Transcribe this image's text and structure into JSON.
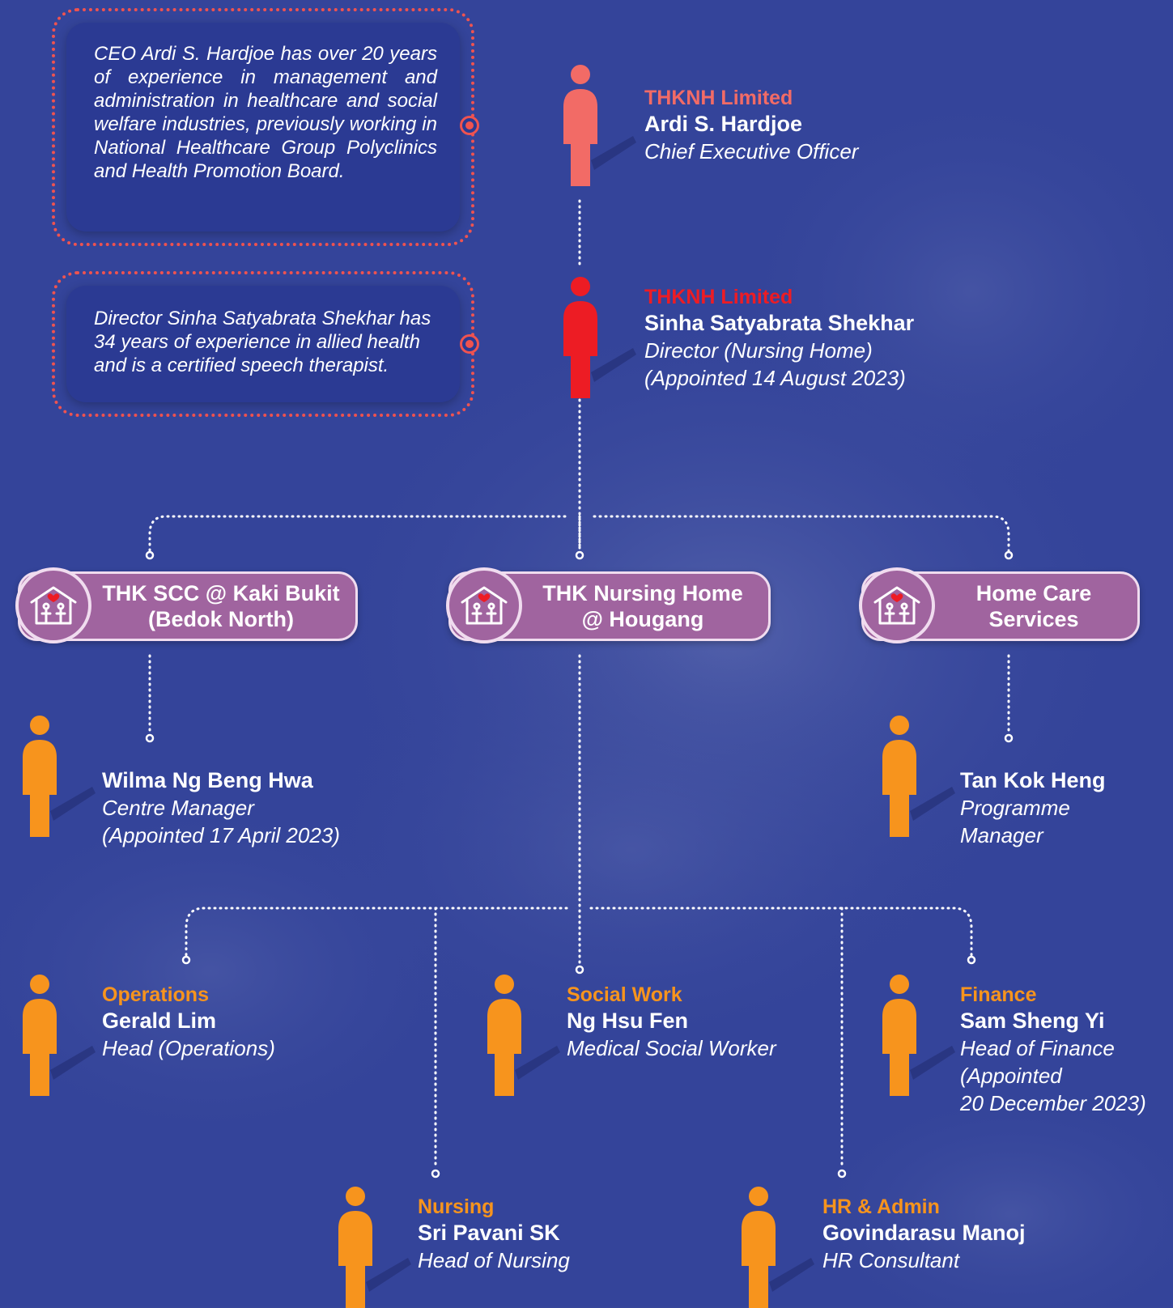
{
  "notes": {
    "ceo_text": "CEO Ardi S. Hardjoe has over 20 years of experience in management and administration in healthcare and social welfare industries, previously working in National Healthcare Group Polyclinics and Health Promotion Board.",
    "director_text": "Director Sinha Satyabrata Shekhar has 34 years of experience in allied health and is a certified speech therapist."
  },
  "ceo": {
    "org": "THKNH Limited",
    "name": "Ardi S. Hardjoe",
    "role": "Chief Executive Officer"
  },
  "director": {
    "org": "THKNH Limited",
    "name": "Sinha Satyabrata Shekhar",
    "role": "Director (Nursing Home)",
    "appointed": "(Appointed 14 August 2023)"
  },
  "units": [
    {
      "line1": "THK SCC @ Kaki Bukit",
      "line2": "(Bedok North)"
    },
    {
      "line1": "THK Nursing Home",
      "line2": "@ Hougang"
    },
    {
      "line1": "Home Care",
      "line2": "Services"
    }
  ],
  "scc_manager": {
    "name": "Wilma Ng Beng Hwa",
    "role": "Centre Manager",
    "appointed": "(Appointed 17 April 2023)"
  },
  "homecare_manager": {
    "name": "Tan Kok Heng",
    "role_line1": "Programme",
    "role_line2": "Manager"
  },
  "departments": {
    "operations": {
      "dept": "Operations",
      "name": "Gerald Lim",
      "role": "Head (Operations)"
    },
    "social_work": {
      "dept": "Social Work",
      "name": "Ng Hsu Fen",
      "role": "Medical Social Worker"
    },
    "finance": {
      "dept": "Finance",
      "name": "Sam Sheng Yi",
      "role": "Head of Finance",
      "appointed_line1": "(Appointed",
      "appointed_line2": "20 December 2023)"
    },
    "nursing": {
      "dept": "Nursing",
      "name": "Sri Pavani SK",
      "role": "Head of Nursing"
    },
    "hr": {
      "dept": "HR & Admin",
      "name": "Govindarasu Manoj",
      "role": "HR Consultant"
    }
  },
  "colors": {
    "background": "#36469a",
    "ceo": "#f26b66",
    "director": "#ed1c24",
    "staff": "#f7941d",
    "unit": "#a0649f"
  }
}
